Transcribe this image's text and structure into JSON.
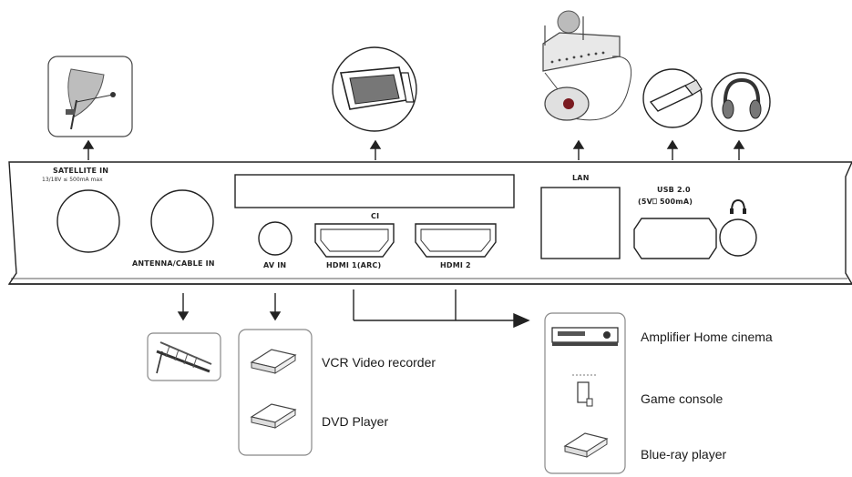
{
  "ports": {
    "satellite_in": "SATELLITE IN",
    "satellite_spec": "13/18V ≤ 500mA max",
    "antenna_cable_in": "ANTENNA/CABLE IN",
    "av_in": "AV IN",
    "ci_slot": "CI",
    "hdmi1": "HDMI 1(ARC)",
    "hdmi2": "HDMI 2",
    "lan": "LAN",
    "usb_line1": "USB 2.0",
    "usb_line2": "(5V⎕ 500mA)",
    "headphone_symbol": "∩"
  },
  "devices": {
    "vcr": "VCR Video recorder",
    "dvd": "DVD Player",
    "amplifier": "Amplifier Home cinema",
    "game_console": "Game console",
    "bluray": "Blue-ray player"
  },
  "colors": {
    "line": "#222222",
    "panel_fill": "#ffffff",
    "box_border": "#9a9a9a"
  }
}
